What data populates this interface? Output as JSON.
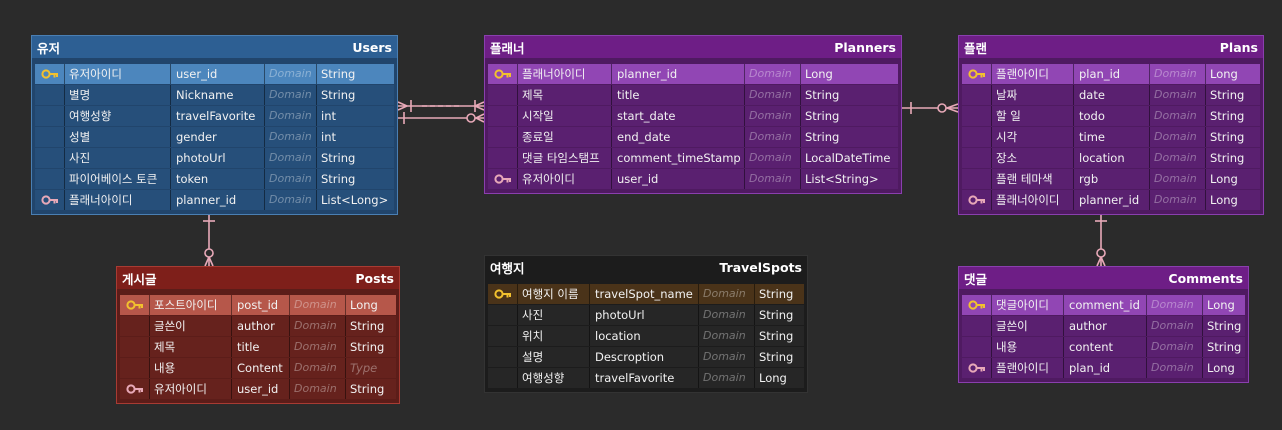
{
  "entities": [
    {
      "id": "users",
      "logical_name": "유저",
      "physical_name": "Users",
      "colors": {
        "border": "#4a7fb3",
        "header": "#2d5f93",
        "body": "#21456c",
        "row": "#264f7a",
        "pk": "#4c86bd"
      },
      "columns": [
        {
          "logical": "유저아이디",
          "physical": "user_id",
          "domain": "Domain",
          "type": "String",
          "key": "pk"
        },
        {
          "logical": "별명",
          "physical": "Nickname",
          "domain": "Domain",
          "type": "String",
          "key": ""
        },
        {
          "logical": "여행성향",
          "physical": "travelFavorite",
          "domain": "Domain",
          "type": "int",
          "key": ""
        },
        {
          "logical": "성별",
          "physical": "gender",
          "domain": "Domain",
          "type": "int",
          "key": ""
        },
        {
          "logical": "사진",
          "physical": "photoUrl",
          "domain": "Domain",
          "type": "String",
          "key": ""
        },
        {
          "logical": "파이어베이스 토큰",
          "physical": "token",
          "domain": "Domain",
          "type": "String",
          "key": ""
        },
        {
          "logical": "플래너아이디",
          "physical": " planner_id",
          "domain": "Domain",
          "type": "List<Long>",
          "key": "fk"
        }
      ]
    },
    {
      "id": "planners",
      "logical_name": "플래너",
      "physical_name": "Planners",
      "colors": {
        "border": "#8a3fae",
        "header": "#6e1e86",
        "body": "#4f1a61",
        "row": "#5a2070",
        "pk": "#9146b4"
      },
      "columns": [
        {
          "logical": "플래너아이디",
          "physical": " planner_id",
          "domain": "Domain",
          "type": "Long",
          "key": "pk"
        },
        {
          "logical": "제목",
          "physical": "title",
          "domain": "Domain",
          "type": "String",
          "key": ""
        },
        {
          "logical": "시작일",
          "physical": "start_date",
          "domain": "Domain",
          "type": "String",
          "key": ""
        },
        {
          "logical": "종료일",
          "physical": "end_date",
          "domain": "Domain",
          "type": "String",
          "key": ""
        },
        {
          "logical": "댓글 타임스탬프",
          "physical": "comment_timeStamp",
          "domain": "Domain",
          "type": "LocalDateTime",
          "key": ""
        },
        {
          "logical": "유저아이디",
          "physical": "user_id",
          "domain": "Domain",
          "type": "List<String>",
          "key": "fk"
        }
      ]
    },
    {
      "id": "plans",
      "logical_name": "플랜",
      "physical_name": "Plans",
      "colors": {
        "border": "#8a3fae",
        "header": "#6e1e86",
        "body": "#4f1a61",
        "row": "#5a2070",
        "pk": "#9146b4"
      },
      "columns": [
        {
          "logical": "플랜아이디",
          "physical": "plan_id",
          "domain": "Domain",
          "type": "Long",
          "key": "pk"
        },
        {
          "logical": "날짜",
          "physical": "date",
          "domain": "Domain",
          "type": "String",
          "key": ""
        },
        {
          "logical": "할 일",
          "physical": "todo",
          "domain": "Domain",
          "type": "String",
          "key": ""
        },
        {
          "logical": "시각",
          "physical": "time",
          "domain": "Domain",
          "type": "String",
          "key": ""
        },
        {
          "logical": "장소",
          "physical": "location",
          "domain": "Domain",
          "type": "String",
          "key": ""
        },
        {
          "logical": "플랜 테마색",
          "physical": "rgb",
          "domain": "Domain",
          "type": "Long",
          "key": ""
        },
        {
          "logical": "플래너아이디",
          "physical": " planner_id",
          "domain": "Domain",
          "type": "Long",
          "key": "fk"
        }
      ]
    },
    {
      "id": "posts",
      "logical_name": "게시글",
      "physical_name": "Posts",
      "colors": {
        "border": "#a83b33",
        "header": "#7e1f1a",
        "body": "#5c1d19",
        "row": "#66221d",
        "pk": "#b6574a"
      },
      "columns": [
        {
          "logical": "포스트아이디",
          "physical": "post_id",
          "domain": "Domain",
          "type": "Long",
          "key": "pk"
        },
        {
          "logical": "글쓴이",
          "physical": "author",
          "domain": "Domain",
          "type": "String",
          "key": ""
        },
        {
          "logical": "제목",
          "physical": "title",
          "domain": "Domain",
          "type": "String",
          "key": ""
        },
        {
          "logical": "내용",
          "physical": "Content",
          "domain": "Domain",
          "type": "Type",
          "key": "",
          "type_placeholder": true
        },
        {
          "logical": "유저아이디",
          "physical": "user_id",
          "domain": "Domain",
          "type": "String",
          "key": "fk"
        }
      ]
    },
    {
      "id": "travelspots",
      "logical_name": "여행지",
      "physical_name": "TravelSpots",
      "colors": {
        "border": "#333333",
        "header": "#1c1c1c",
        "body": "#1c1c1c",
        "row": "#262626",
        "pk": "#4a3319"
      },
      "columns": [
        {
          "logical": "여행지 이름",
          "physical": "travelSpot_name",
          "domain": "Domain",
          "type": "String",
          "key": "pk"
        },
        {
          "logical": "사진",
          "physical": "photoUrl",
          "domain": "Domain",
          "type": "String",
          "key": ""
        },
        {
          "logical": "위치",
          "physical": "location",
          "domain": "Domain",
          "type": "String",
          "key": ""
        },
        {
          "logical": "설명",
          "physical": "Descroption",
          "domain": "Domain",
          "type": "String",
          "key": ""
        },
        {
          "logical": "여행성향",
          "physical": "travelFavorite",
          "domain": "Domain",
          "type": "Long",
          "key": ""
        }
      ]
    },
    {
      "id": "comments",
      "logical_name": "댓글",
      "physical_name": "Comments",
      "colors": {
        "border": "#8a3fae",
        "header": "#6e1e86",
        "body": "#4f1a61",
        "row": "#5a2070",
        "pk": "#9146b4"
      },
      "columns": [
        {
          "logical": "댓글아이디",
          "physical": "comment_id",
          "domain": "Domain",
          "type": "Long",
          "key": "pk"
        },
        {
          "logical": "글쓴이",
          "physical": "author",
          "domain": "Domain",
          "type": "String",
          "key": ""
        },
        {
          "logical": "내용",
          "physical": "content",
          "domain": "Domain",
          "type": "String",
          "key": ""
        },
        {
          "logical": "플랜아이디",
          "physical": "plan_id",
          "domain": "Domain",
          "type": "Long",
          "key": "fk"
        }
      ]
    }
  ],
  "relationships": [
    {
      "from": "users",
      "to": "planners",
      "label": "many-to-many"
    },
    {
      "from": "planners",
      "to": "plans",
      "label": "one-to-many"
    },
    {
      "from": "users",
      "to": "posts",
      "label": "one-to-many"
    },
    {
      "from": "plans",
      "to": "comments",
      "label": "one-to-many"
    }
  ],
  "colors": {
    "background": "#2b2b2b",
    "relation_line": "#e8a9b8",
    "pk_key": "#f2c12e",
    "fk_key": "#e8a9b8"
  }
}
